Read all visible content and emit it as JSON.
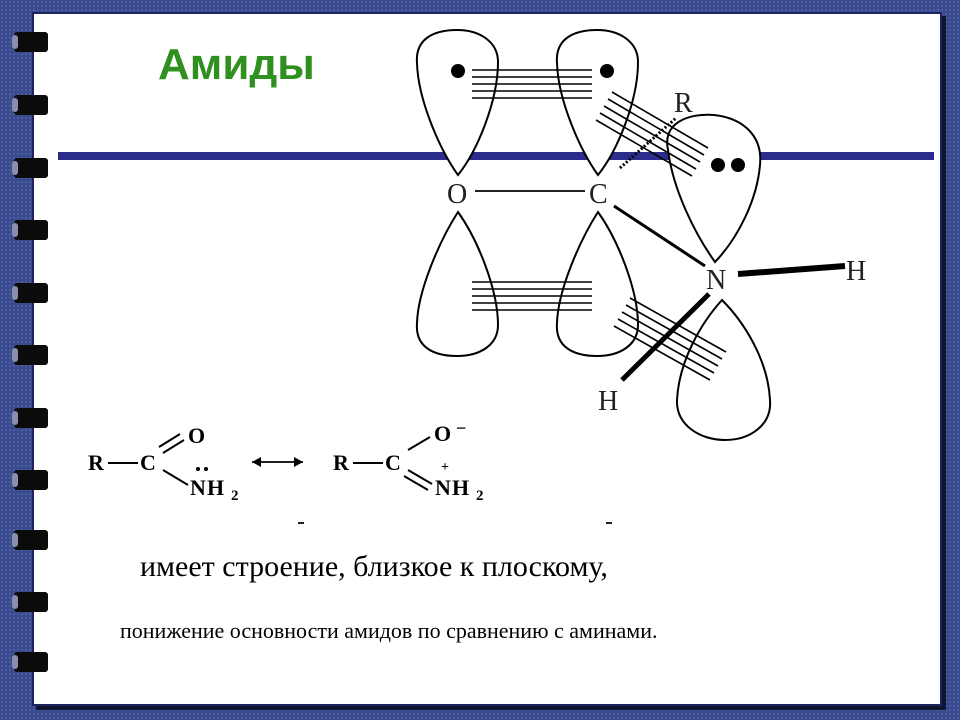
{
  "slide": {
    "title": "Амиды",
    "text_line1": "имеет строение, близкое к плоскому,",
    "text_line2": "понижение основности амидов по сравнению с аминами."
  },
  "orbital_diagram": {
    "atoms": {
      "o": "O",
      "c": "C",
      "n": "N",
      "r": "R",
      "h1": "H",
      "h2": "H"
    }
  },
  "resonance": {
    "left": {
      "r": "R",
      "c": "C",
      "o": "O",
      "n": "N",
      "h": "H",
      "sub": "2"
    },
    "right": {
      "r": "R",
      "c": "C",
      "o": "O",
      "minus": "−",
      "plus": "+",
      "n": "N",
      "h": "H",
      "sub": "2"
    }
  },
  "colors": {
    "title": "#2f8f1f",
    "rule": "#2b2c8c",
    "background": "#3a4a8f"
  }
}
